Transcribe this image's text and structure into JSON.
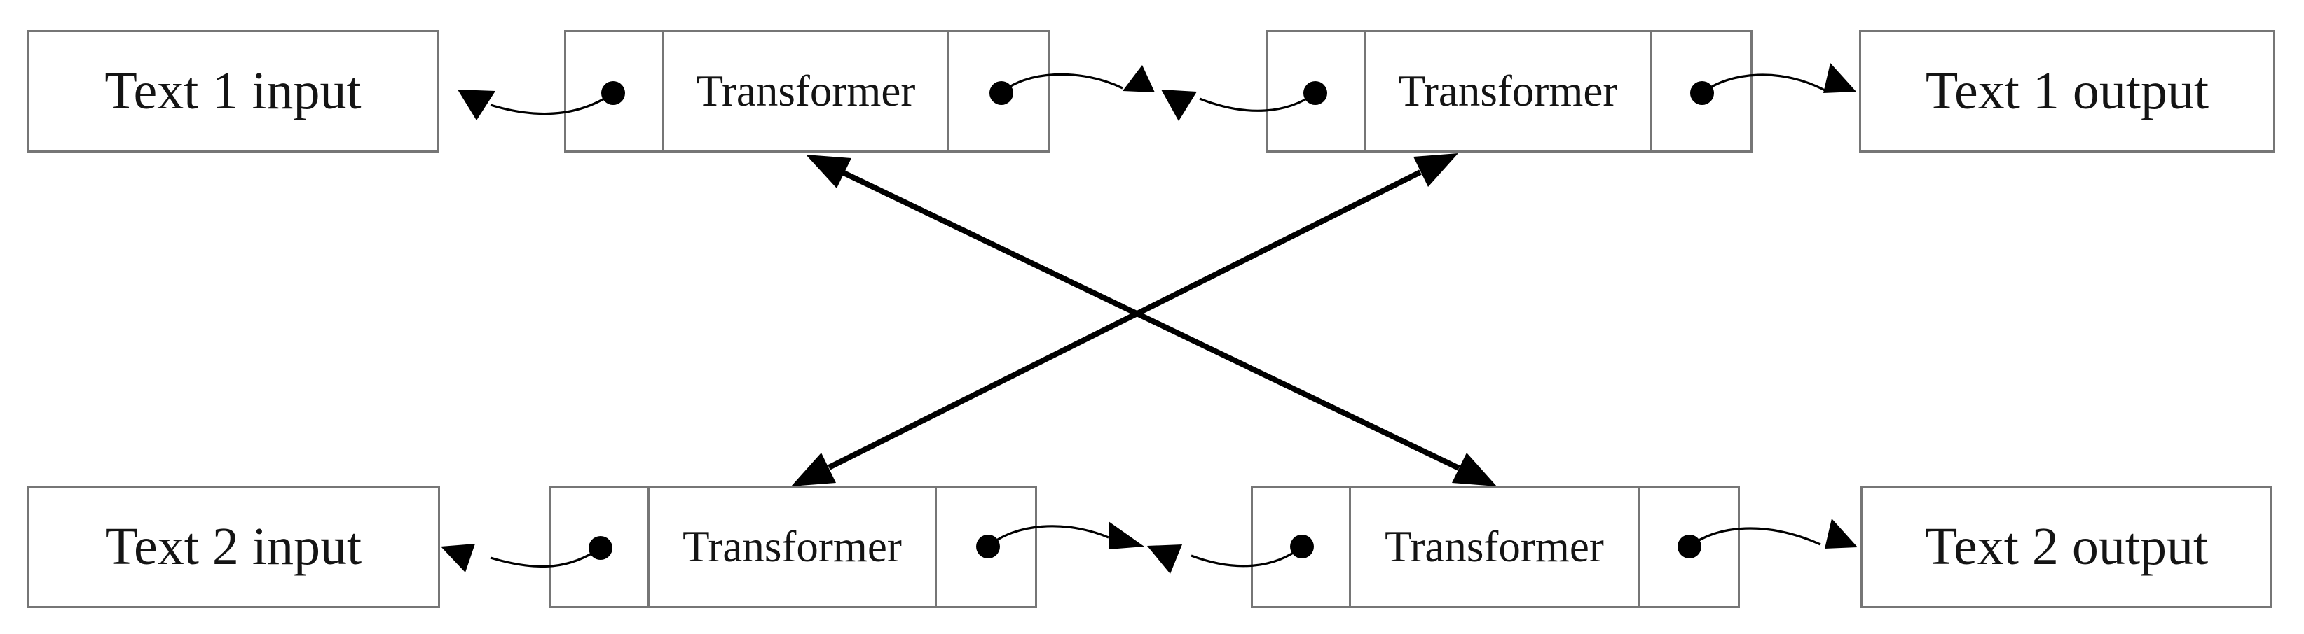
{
  "diagram": {
    "rows": [
      {
        "input": "Text 1 input",
        "output": "Text 1 output",
        "blocks": [
          {
            "label": "Transformer"
          },
          {
            "label": "Transformer"
          }
        ]
      },
      {
        "input": "Text 2 input",
        "output": "Text 2 output",
        "blocks": [
          {
            "label": "Transformer"
          },
          {
            "label": "Transformer"
          }
        ]
      }
    ],
    "connections": [
      "row1 transformer-A left port -> Text 1 input (curved arrow)",
      "row1 transformer-A right port -> middle (curved arrow)",
      "row1 transformer-B left port -> middle (curved arrow)",
      "row1 transformer-B right port -> Text 1 output (curved arrow)",
      "row2 transformer-A left port -> Text 2 input (curved arrow)",
      "row2 transformer-A right port -> middle (curved arrow)",
      "row2 transformer-B left port -> middle (curved arrow)",
      "row2 transformer-B right port -> Text 2 output (curved arrow)",
      "row1 transformer-A <-> row2 transformer-B (double-headed diagonal arrow)",
      "row1 transformer-B <-> row2 transformer-A (double-headed diagonal arrow)"
    ],
    "colors": {
      "box_border": "#767676",
      "ink": "#000000",
      "background": "#ffffff"
    }
  }
}
